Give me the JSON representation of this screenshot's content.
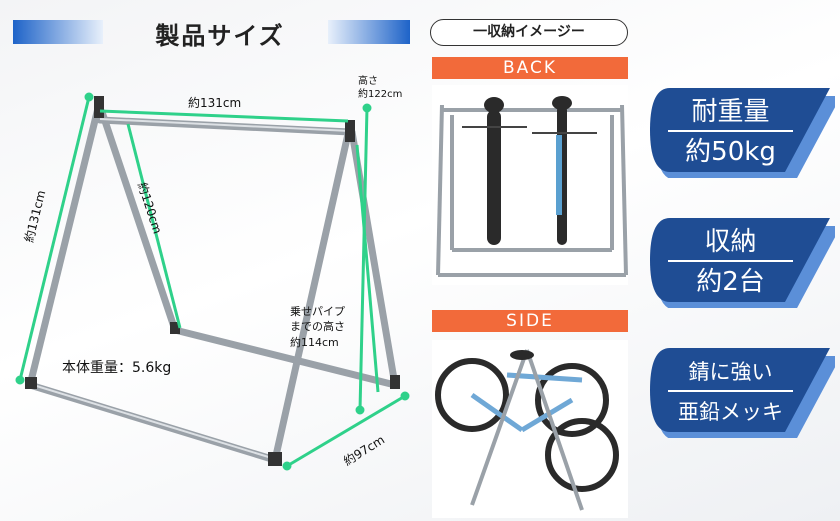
{
  "title": "製品サイズ",
  "dimensions": {
    "width": "約131cm",
    "height_label": "高さ",
    "height": "約122cm",
    "side_length": "約131cm",
    "back_length": "約120cm",
    "tire_height_label_1": "乗せパイプ",
    "tire_height_label_2": "までの高さ",
    "tire_height": "約114cm",
    "depth": "約97cm",
    "weight": "本体重量：5.6kg"
  },
  "storage": {
    "heading": "一収納イメージー",
    "back_label": "BACK",
    "side_label": "SIDE"
  },
  "badges": [
    {
      "line1": "耐重量",
      "line2": "約50kg"
    },
    {
      "line1": "収納",
      "line2": "約2台"
    },
    {
      "line1": "錆に強い",
      "line2": "亜鉛メッキ"
    }
  ],
  "colors": {
    "accent_blue": "#1e63c8",
    "badge_blue": "#1f4d94",
    "orange": "#f26a3a",
    "measure_green": "#2fd18a"
  }
}
